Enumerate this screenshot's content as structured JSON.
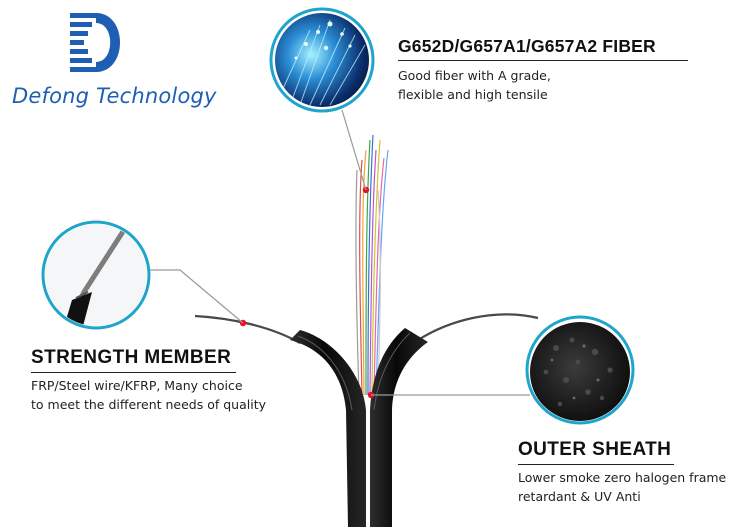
{
  "brand": {
    "name": "Defong Technology",
    "logo_color": "#1f5fb3"
  },
  "callouts": {
    "fiber": {
      "title": "G652D/G657A1/G657A2 FIBER",
      "desc_line1": "Good fiber with A grade,",
      "desc_line2": "flexible and high tensile"
    },
    "strength": {
      "title": "STRENGTH MEMBER",
      "desc_line1": "FRP/Steel wire/KFRP, Many choice",
      "desc_line2": "to meet the different needs of quality"
    },
    "sheath": {
      "title": "OUTER SHEATH",
      "desc_line1": "Lower smoke zero halogen frame",
      "desc_line2": "retardant & UV Anti"
    }
  },
  "colors": {
    "accent_ring": "#1fa4cc",
    "marker_dot": "#e8102a",
    "cable": "#151515"
  }
}
